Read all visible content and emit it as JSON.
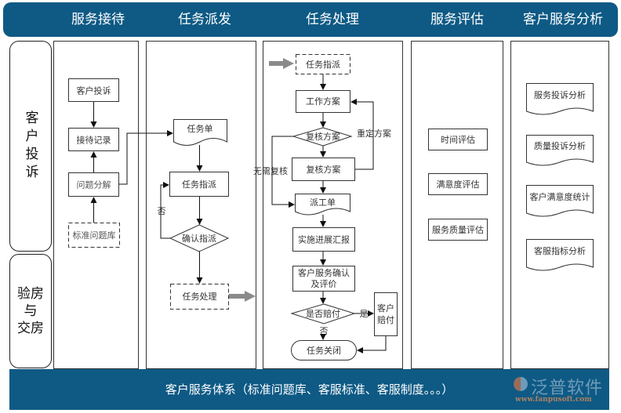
{
  "header": {
    "columns": [
      "服务接待",
      "任务派发",
      "任务处理",
      "服务评估",
      "客户服务分析"
    ]
  },
  "lanes": {
    "complaint": "客户投诉",
    "inspection": [
      "验房",
      "与",
      "交房"
    ]
  },
  "reception": {
    "customer_complaint": "客户投诉",
    "reception_record": "接待记录",
    "problem_breakdown": "问题分解",
    "standard_problem_library": "标准问题库"
  },
  "dispatch": {
    "task_sheet": "任务单",
    "task_assign": "任务指派",
    "confirm_assign": "确认指派",
    "no_label": "否",
    "task_processing": "任务处理"
  },
  "processing": {
    "task_assign": "任务指派",
    "work_plan": "工作方案",
    "review_plan_decision": "复核方案",
    "review_plan": "复核方案",
    "redefine_plan": "重定方案",
    "no_review_needed": "无需复核",
    "work_order": "派工单",
    "progress_report": "实施进展汇报",
    "customer_confirm_line1": "客户服务确认",
    "customer_confirm_line2": "及评价",
    "compensate_decision": "是否赔付",
    "yes_label": "是",
    "no_label": "否",
    "customer_compensation_line1": "客户",
    "customer_compensation_line2": "赔付",
    "task_close": "任务关闭"
  },
  "evaluation": {
    "items": [
      "时间评估",
      "满意度评估",
      "服务质量评估"
    ]
  },
  "analysis": {
    "items": [
      "服务投诉分析",
      "质量投诉分析",
      "客户满意度统计",
      "客服指标分析"
    ]
  },
  "footer": {
    "text": "客户服务体系（标准问题库、客服标准、客服制度。。。）",
    "logo_name": "泛普软件",
    "logo_url": "www.fanpusoft.com"
  },
  "colors": {
    "brand_blue": "#0e5a85",
    "arrow_gray": "#808080"
  }
}
